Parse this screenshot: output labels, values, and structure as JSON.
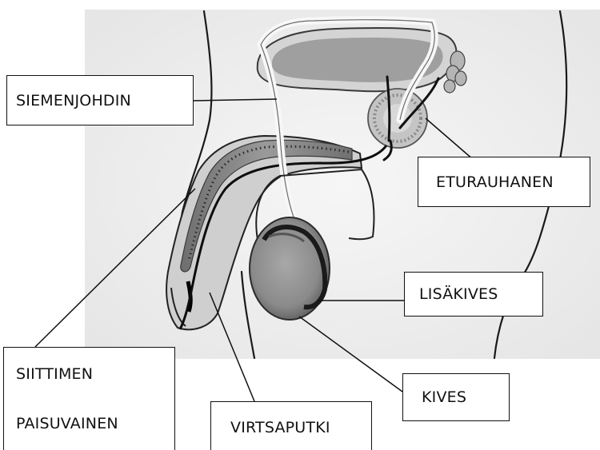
{
  "labels": {
    "siemenjohdin": "SIEMENJOHDIN",
    "eturauhanen": "ETURAUHANEN",
    "lisakives": "LISÄKIVES",
    "kives": "KIVES",
    "siittimen_line1": "SIITTIMEN",
    "siittimen_line2": "PAISUVAINEN",
    "virtsaputki": "VIRTSAPUTKI"
  },
  "colors": {
    "paper": "#f1f1f1",
    "ink": "#111111",
    "shade": "#7a7a7a",
    "label_background": "#ffffff"
  }
}
